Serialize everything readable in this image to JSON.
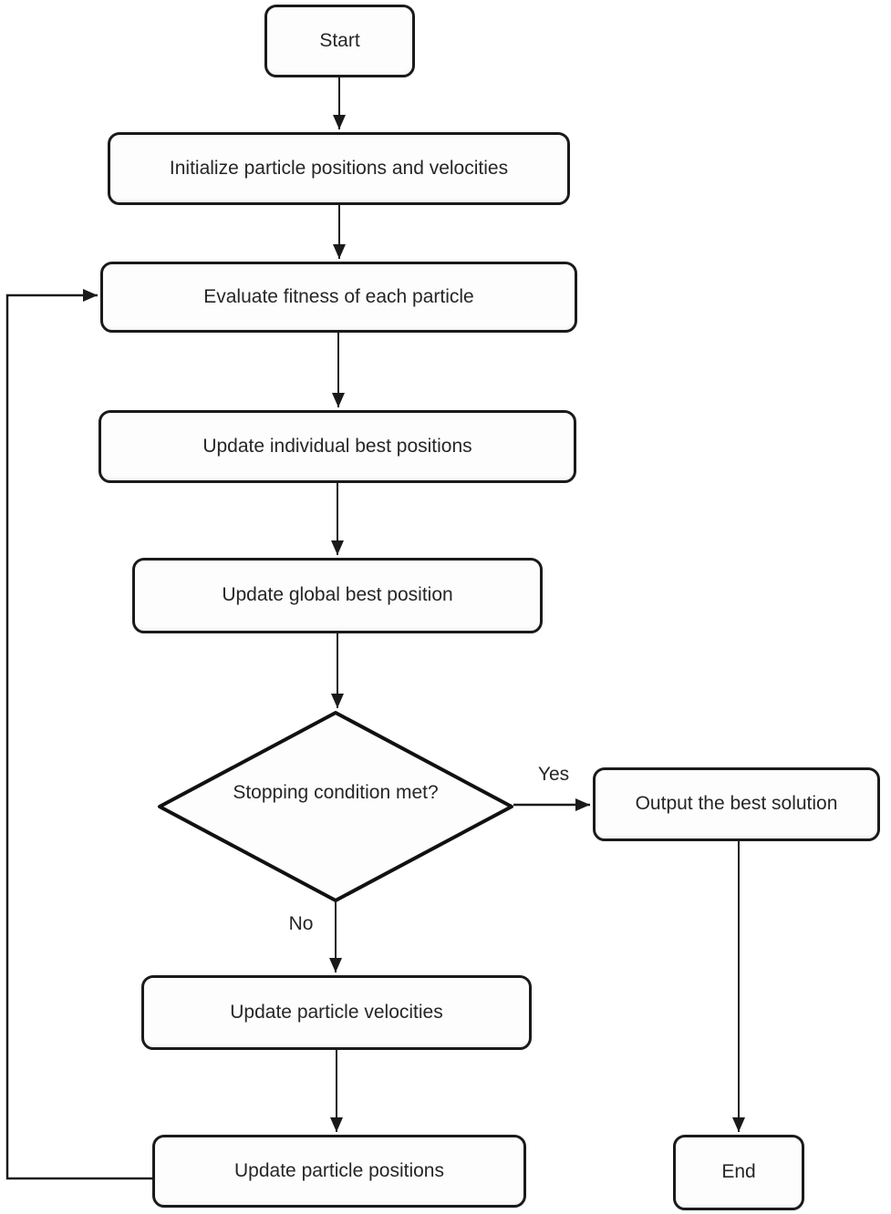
{
  "flowchart": {
    "description": "Flowchart of a particle swarm optimization loop",
    "nodes": {
      "start": {
        "label": "Start",
        "type": "terminator"
      },
      "initialize": {
        "label": "Initialize particle positions and velocities",
        "type": "process"
      },
      "evaluate": {
        "label": "Evaluate fitness of each particle",
        "type": "process"
      },
      "update_individual": {
        "label": "Update individual best positions",
        "type": "process"
      },
      "update_global": {
        "label": "Update global best position",
        "type": "process"
      },
      "decision": {
        "label": "Stopping condition met?",
        "type": "decision"
      },
      "output": {
        "label": "Output the best solution",
        "type": "process"
      },
      "update_velocities": {
        "label": "Update particle velocities",
        "type": "process"
      },
      "update_positions": {
        "label": "Update particle positions",
        "type": "process"
      },
      "end": {
        "label": "End",
        "type": "terminator"
      }
    },
    "edge_labels": {
      "yes": "Yes",
      "no": "No"
    },
    "edges": [
      "start -> initialize",
      "initialize -> evaluate",
      "evaluate -> update_individual",
      "update_individual -> update_global",
      "update_global -> decision",
      "decision -Yes-> output",
      "decision -No-> update_velocities",
      "update_velocities -> update_positions",
      "update_positions -> evaluate (loop back)",
      "output -> end"
    ],
    "colors": {
      "stroke": "#1a1a1a",
      "node_fill": "#fdfdfd",
      "text": "#262626",
      "background": "#ffffff"
    }
  }
}
